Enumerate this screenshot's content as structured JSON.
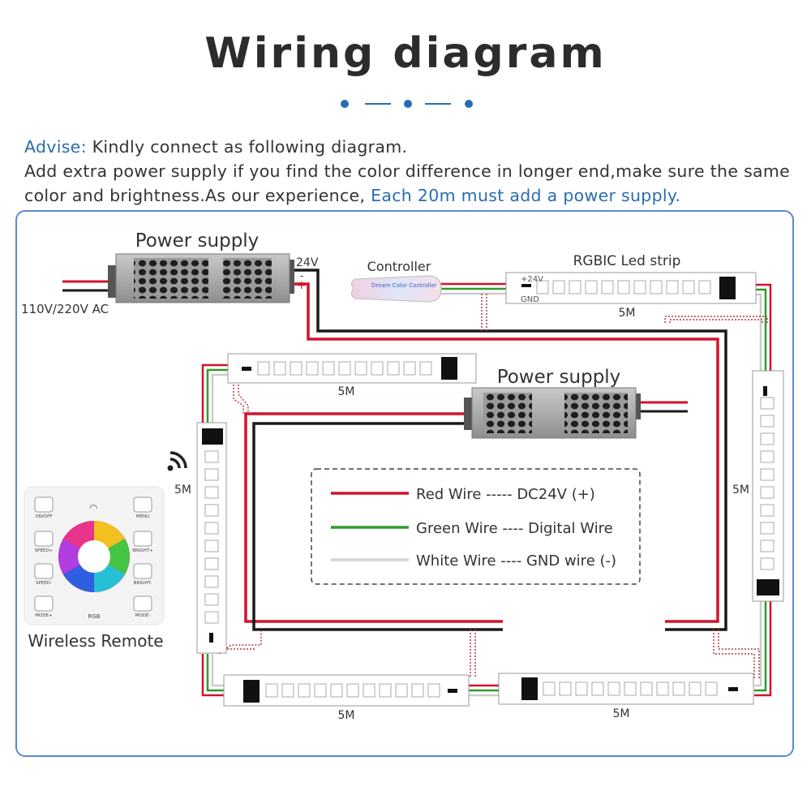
{
  "title": "Wiring diagram",
  "advise": {
    "label": "Advise:",
    "line1": " Kindly connect as following diagram.",
    "line2": "Add extra power supply if you find the color difference in longer end,make sure the same color and brightness.As our experience, ",
    "highlight": "Each 20m must add a power supply."
  },
  "diagram": {
    "power_supply_1": "Power supply",
    "power_supply_2": "Power supply",
    "voltage_24v": "24V",
    "plus_sign": "+",
    "minus_sign": "-",
    "ac_input": "110V/220V AC",
    "controller": "Controller",
    "controller_text": "Dream Color Controller",
    "strip_title": "RGBIC Led strip",
    "strip_plus": "+24V",
    "strip_gnd": "GND",
    "length_labels": [
      "5M",
      "5M",
      "5M",
      "5M",
      "5M",
      "5M"
    ],
    "remote_label": "Wireless Remote",
    "remote_rgb": "RGB",
    "remote_buttons": [
      "ON/OFF",
      "MENU",
      "SPEED+",
      "BRIGHT+",
      "SPEED-",
      "BRIGHT-",
      "MODE+",
      "MODE-"
    ]
  },
  "legend": {
    "red": "Red Wire ----- DC24V (+)",
    "green": "Green Wire ---- Digital Wire",
    "white": "White Wire ---- GND wire (-)"
  },
  "colors": {
    "red_wire": "#d0142c",
    "green_wire": "#2e9a2e",
    "white_wire": "#cccccc",
    "black_wire": "#1a1a1a",
    "accent_blue": "#2a6cb0",
    "frame_border": "#5b8ad0"
  }
}
